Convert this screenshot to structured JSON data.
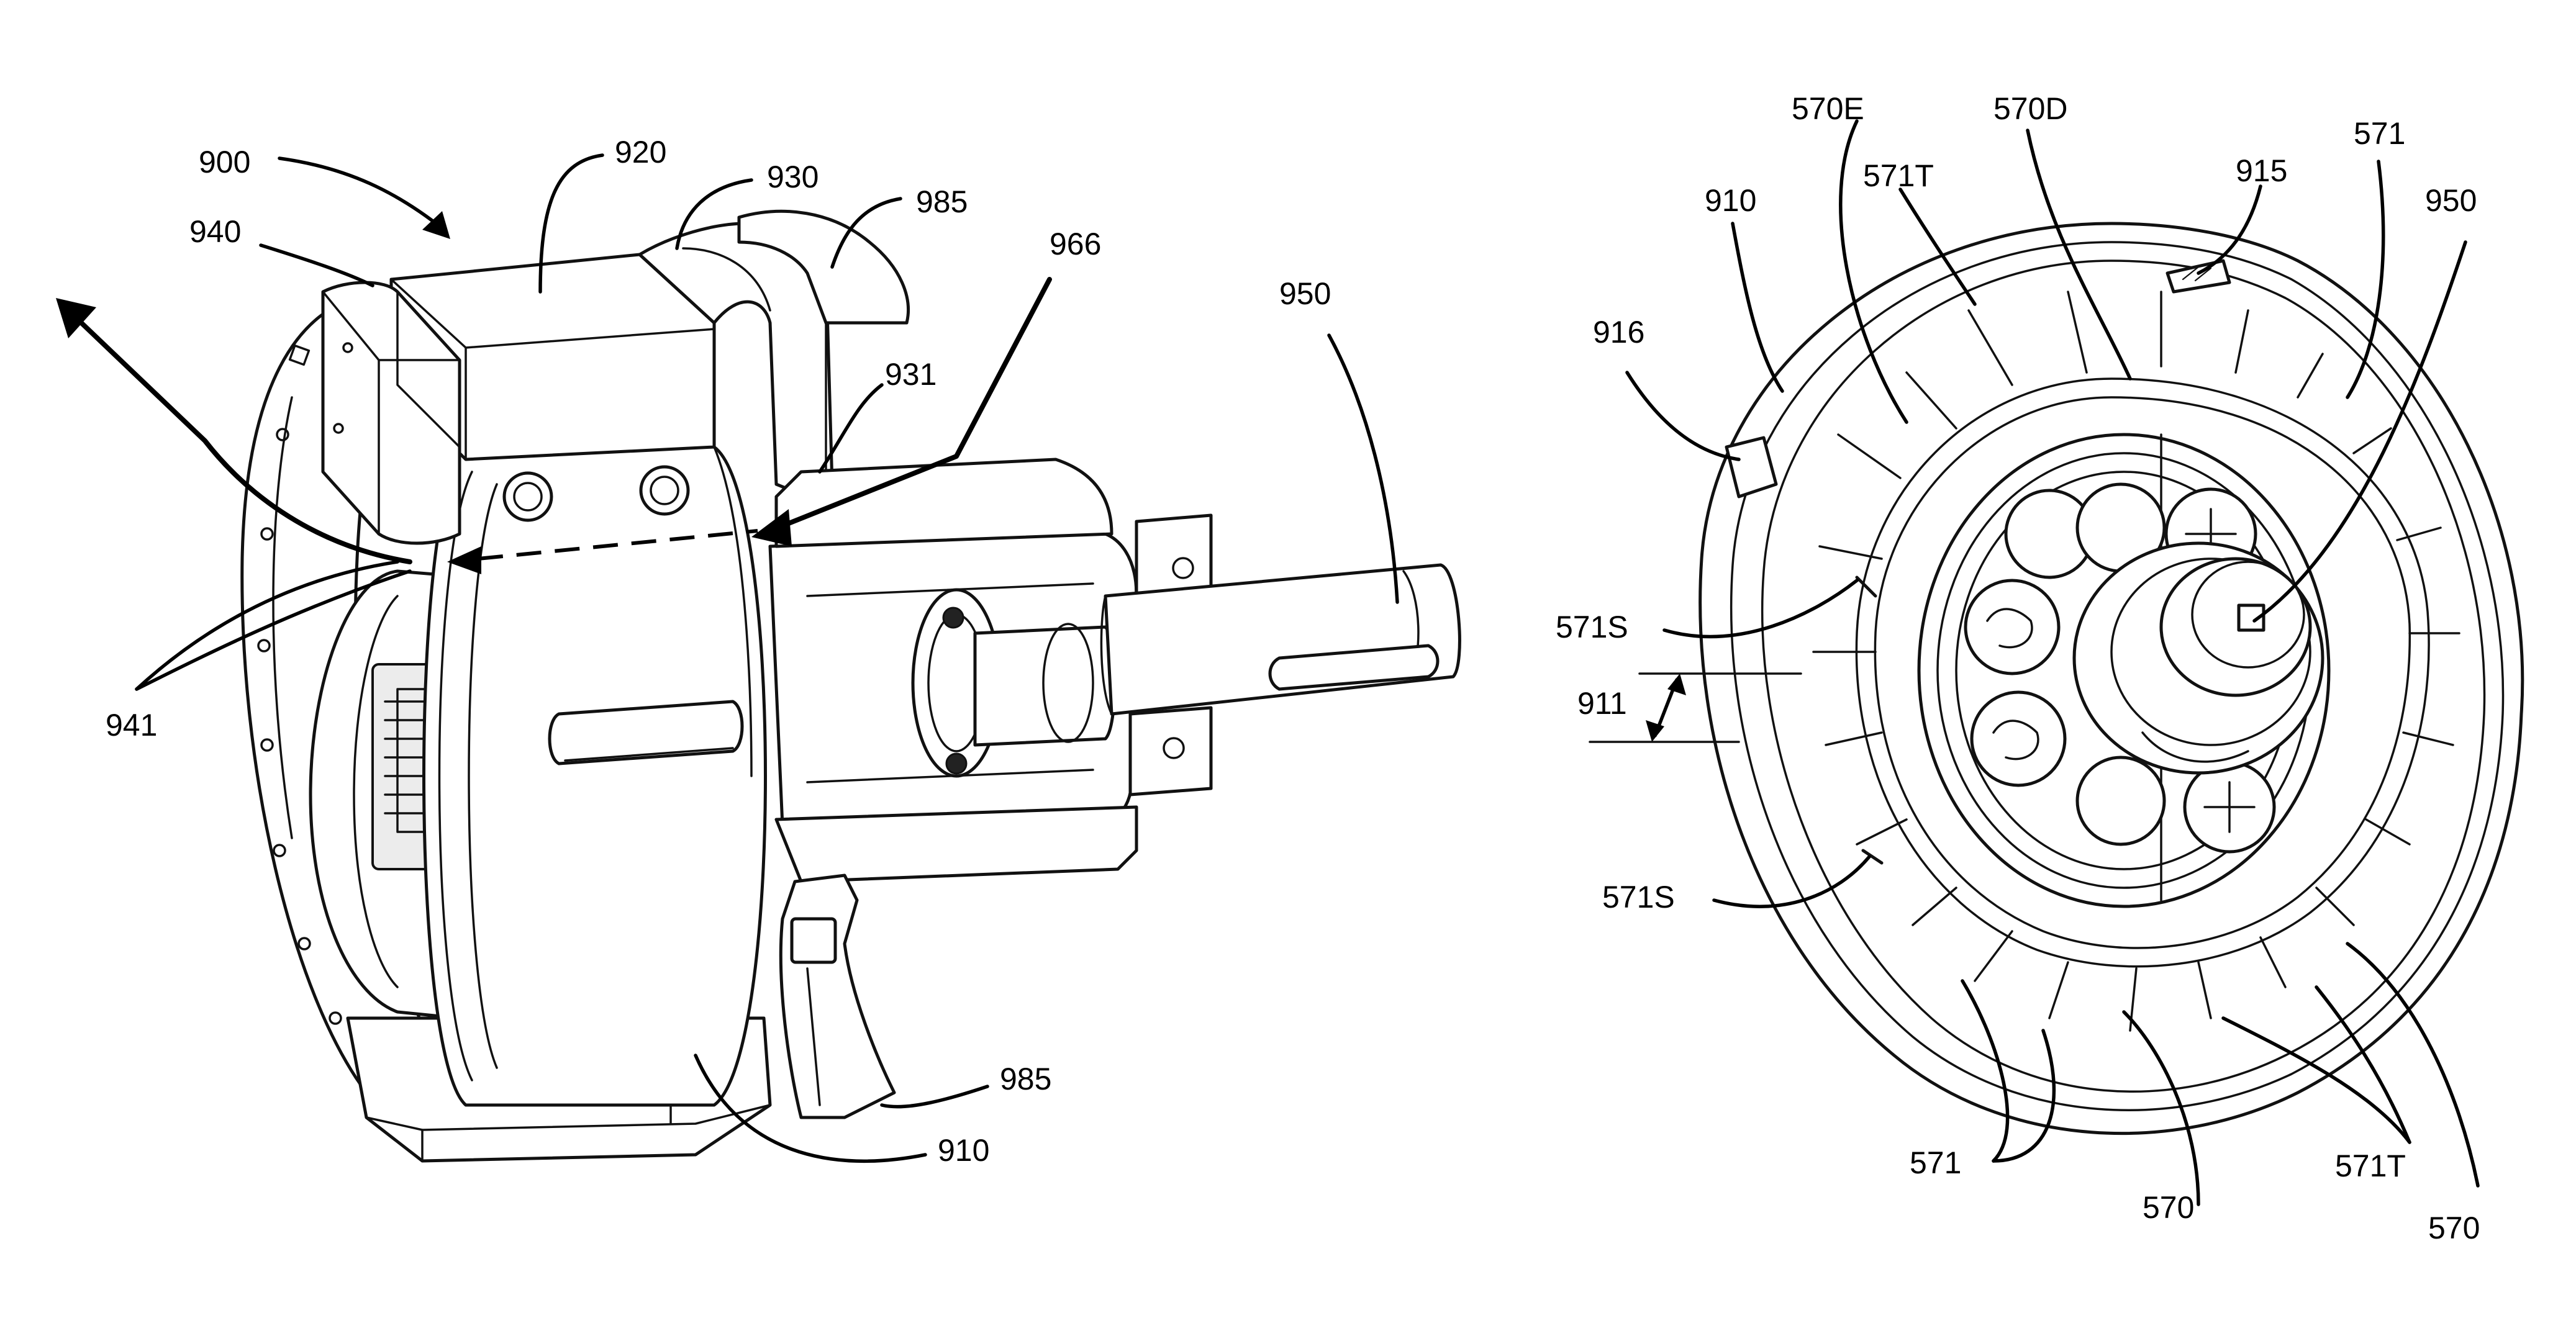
{
  "figure": {
    "left_view": {
      "labels": {
        "l900": "900",
        "l920": "920",
        "l930": "930",
        "l985_top": "985",
        "l966": "966",
        "l940": "940",
        "l931": "931",
        "l950": "950",
        "l941": "941",
        "l985_bottom": "985",
        "l910": "910"
      }
    },
    "right_view": {
      "labels": {
        "l570E": "570E",
        "l570D": "570D",
        "l571_top": "571",
        "l910": "910",
        "l571T_top": "571T",
        "l915": "915",
        "l950": "950",
        "l916": "916",
        "l571S_top": "571S",
        "l911": "911",
        "l571S_bottom": "571S",
        "l571_bottom": "571",
        "l570_mid": "570",
        "l571T_bottom": "571T",
        "l570_bottom": "570"
      }
    }
  }
}
